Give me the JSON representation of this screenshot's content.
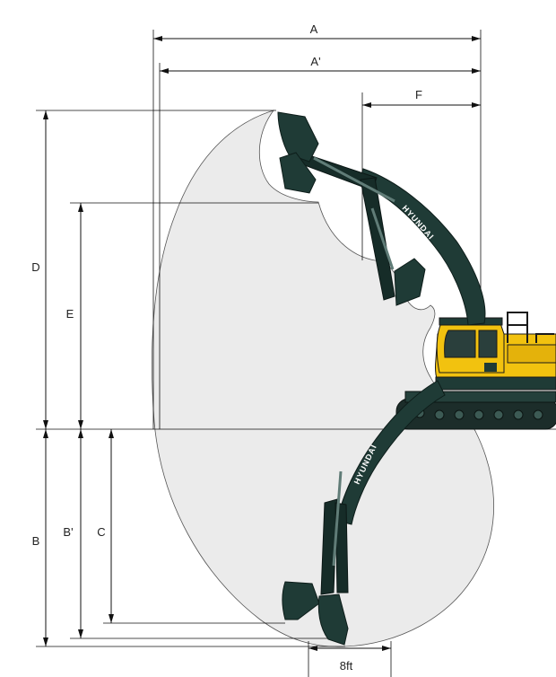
{
  "diagram": {
    "labels": {
      "A": "A",
      "A_prime": "A'",
      "F": "F",
      "D": "D",
      "E": "E",
      "B": "B",
      "B_prime": "B'",
      "C": "C",
      "grid_unit": "8ft"
    },
    "brand": "HYUNDAI",
    "colors": {
      "envelope_fill": "#ebebeb",
      "arm": "#1f3b36",
      "cab_body": "#f2c20f",
      "track": "#1c2d2a"
    }
  }
}
